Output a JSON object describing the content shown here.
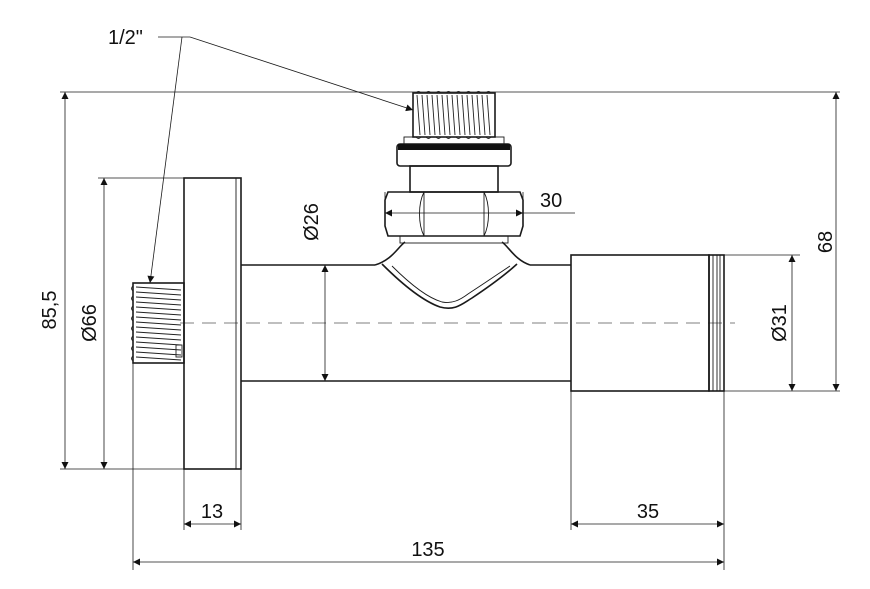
{
  "labels": {
    "thread_size": "1/2\"",
    "overall_height": "85,5",
    "right_height": "68",
    "flange_diameter": "Ø66",
    "body_diameter": "Ø26",
    "nut_width": "30",
    "sleeve_diameter": "Ø31",
    "flange_thickness": "13",
    "sleeve_length": "35",
    "overall_length": "135"
  }
}
